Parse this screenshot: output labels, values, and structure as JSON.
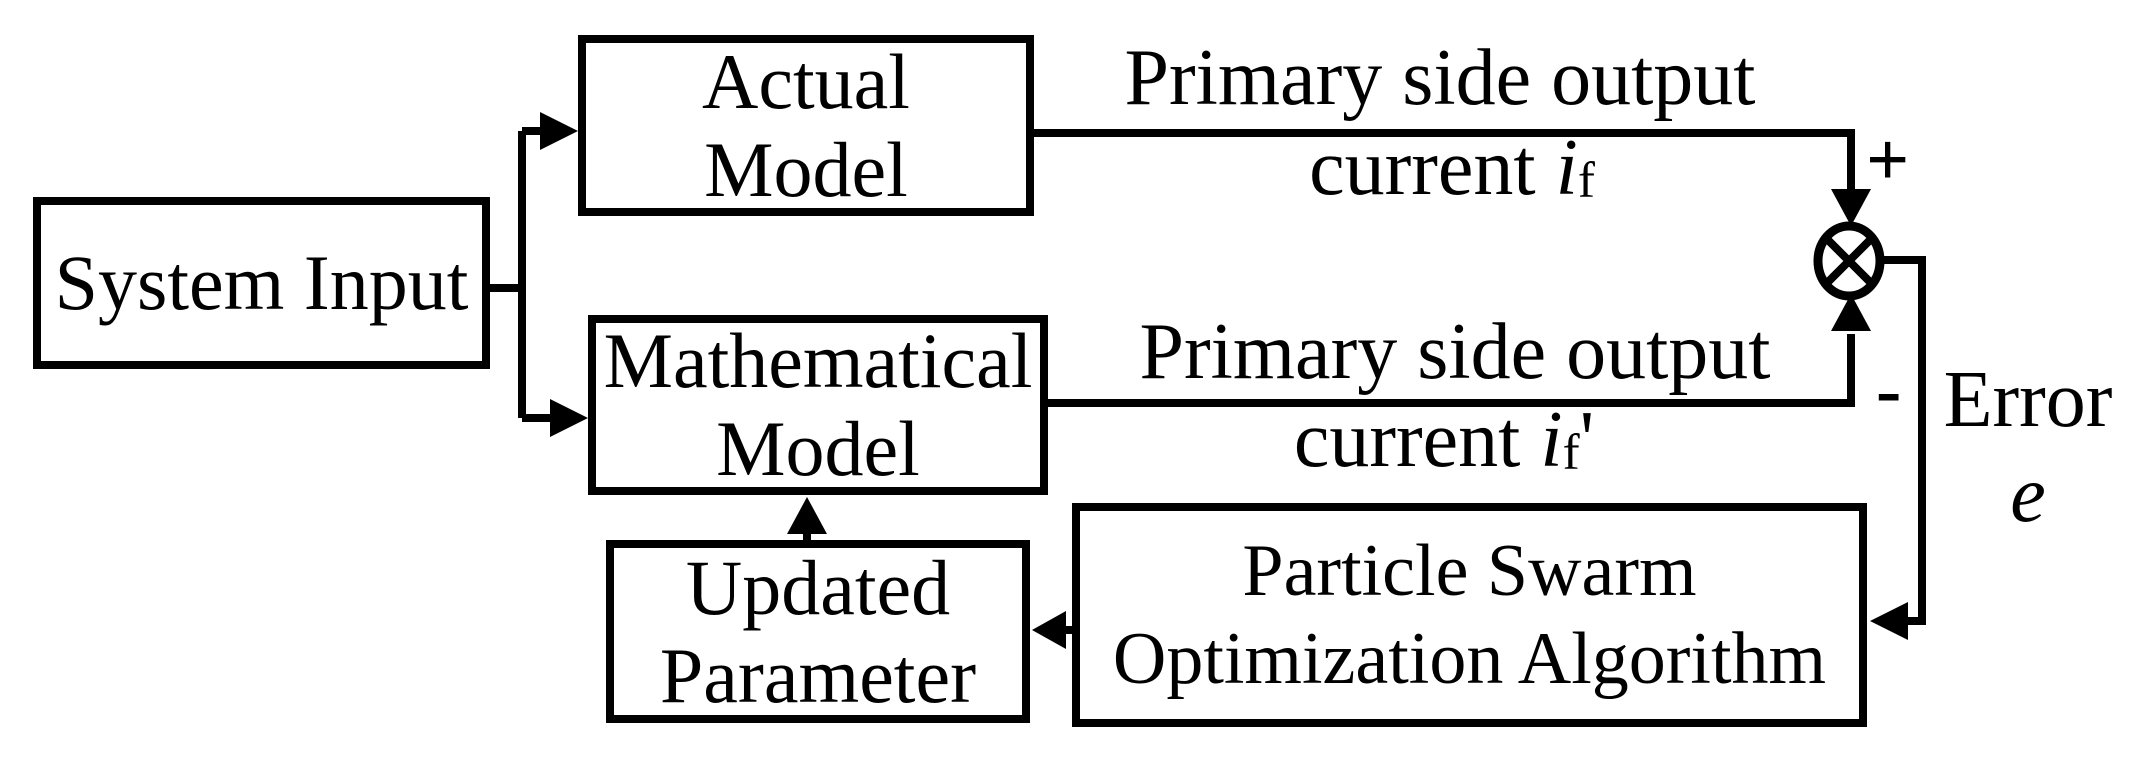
{
  "figure": {
    "background_color": "#ffffff",
    "line_color": "#000000",
    "boxes": {
      "system_input": {
        "label": "System Input"
      },
      "actual_model": {
        "line1": "Actual",
        "line2": "Model"
      },
      "mathematical_model": {
        "line1": "Mathematical",
        "line2": "Model"
      },
      "updated_parameter": {
        "line1": "Updated",
        "line2": "Parameter"
      },
      "pso": {
        "line1": "Particle Swarm",
        "line2": "Optimization Algorithm"
      }
    },
    "signal_labels": {
      "actual_output": {
        "line1": "Primary side output",
        "line2_prefix": "current ",
        "line2_symbol": "i",
        "line2_subscript": "f"
      },
      "model_output": {
        "line1": "Primary side output",
        "line2_prefix": "current ",
        "line2_symbol": "i",
        "line2_subscript": "f",
        "line2_prime": "'"
      },
      "plus": "+",
      "minus": "-",
      "error": {
        "word": "Error",
        "symbol": "e"
      }
    }
  }
}
